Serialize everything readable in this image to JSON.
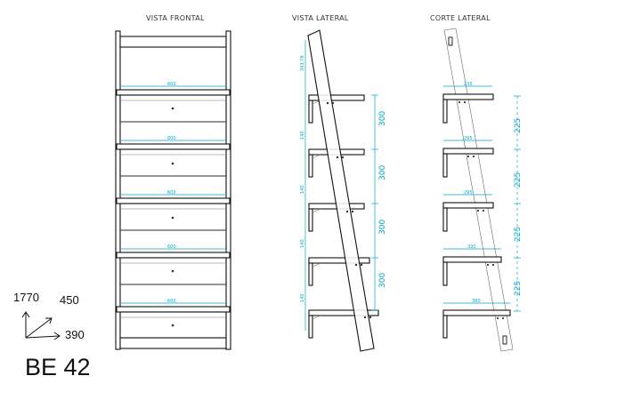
{
  "titles": {
    "front": "VISTA FRONTAL",
    "side": "VISTA LATERAL",
    "section": "CORTE LATERAL"
  },
  "front_view": {
    "shelf_widths": [
      "600",
      "600",
      "600",
      "600",
      "600"
    ]
  },
  "side_view": {
    "top_offset": "343.78",
    "shelf_gaps_small": [
      "140",
      "140",
      "140",
      "140"
    ],
    "shelf_spacing": [
      "300",
      "300",
      "300",
      "300"
    ]
  },
  "section_view": {
    "shelf_depths": [
      "235",
      "295",
      "295",
      "330",
      "380"
    ],
    "shelf_spacing": [
      "225",
      "225",
      "225",
      "225"
    ]
  },
  "dimensions": {
    "height": "1770",
    "depth": "450",
    "width": "390"
  },
  "model_code": "BE 42",
  "colors": {
    "dimension": "#00a8c8",
    "line": "#111111"
  }
}
